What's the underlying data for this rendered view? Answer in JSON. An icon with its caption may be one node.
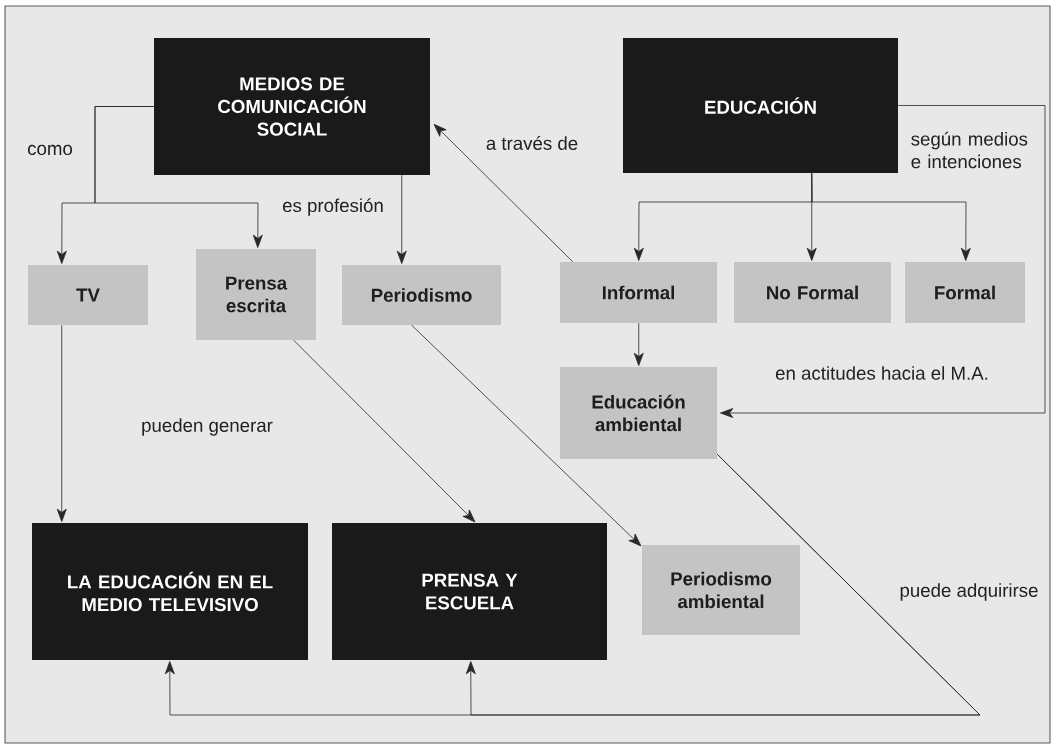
{
  "diagram": {
    "nodes": [
      {
        "text": [
          "MEDIOS DE COMUNICACIÓN SOCIAL"
        ]
      },
      {
        "text": [
          "EDUCACIÓN"
        ]
      },
      {
        "text": [
          "TV"
        ]
      },
      {
        "text": [
          "Prensa escrita"
        ]
      },
      {
        "text": [
          "Periodismo"
        ]
      },
      {
        "text": [
          "Informal"
        ]
      },
      {
        "text": [
          "No Formal"
        ]
      },
      {
        "text": [
          "Formal"
        ]
      },
      {
        "text": [
          "Educación ambiental"
        ]
      },
      {
        "text": [
          "LA EDUCACIÓN EN EL MEDIO TELEVISIVO"
        ]
      },
      {
        "text": [
          "PRENSA Y ESCUELA"
        ]
      },
      {
        "text": [
          "Periodismo ambiental"
        ]
      }
    ],
    "edges": [
      {
        "from": 0,
        "to": 2,
        "arrow": "to",
        "label": "como"
      },
      {
        "from": 0,
        "to": 3,
        "arrow": "to"
      },
      {
        "from": 0,
        "to": 4,
        "arrow": "to",
        "label": "es profesión"
      },
      {
        "from": 5,
        "to": 0,
        "arrow": "to",
        "label": "a través de"
      },
      {
        "from": 1,
        "to": 5,
        "arrow": "to"
      },
      {
        "from": 1,
        "to": 6,
        "arrow": "to"
      },
      {
        "from": 1,
        "to": 7,
        "arrow": "to"
      },
      {
        "from": 1,
        "to": 8,
        "arrow": "to",
        "label": "en actitudes hacia el M.A."
      },
      {
        "from": 5,
        "to": 8,
        "arrow": "to"
      },
      {
        "from": 2,
        "to": 9,
        "arrow": "to"
      },
      {
        "from": 3,
        "to": 10,
        "arrow": "to"
      },
      {
        "from": 4,
        "to": 11,
        "arrow": "to"
      },
      {
        "from": 8,
        "to": 9,
        "arrow": "to",
        "label": "puede adquirirse"
      },
      {
        "from": 8,
        "to": 10,
        "arrow": "to"
      }
    ],
    "labels": [
      "según medios e intenciones",
      "pueden generar"
    ]
  }
}
